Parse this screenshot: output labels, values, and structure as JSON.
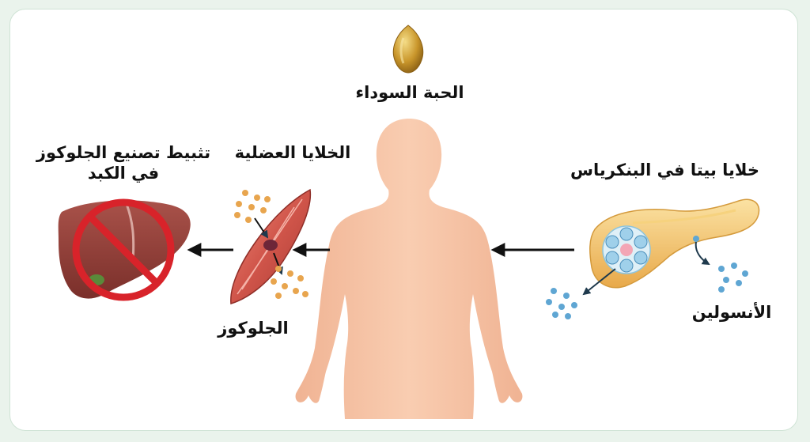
{
  "labels": {
    "seed": "الحبة السوداء",
    "liver_line1": "تثبيط تصنيع الجلوكوز",
    "liver_line2": "في الكبد",
    "muscle": "الخلايا العضلية",
    "glucose": "الجلوكوز",
    "pancreas": "خلايا بيتا في البنكرياس",
    "insulin": "الأنسولين"
  },
  "colors": {
    "background": "#eaf3ec",
    "panel": "#ffffff",
    "skin": "#f6c2a4",
    "liver": "#8e3b35",
    "prohibit": "#d8232a",
    "muscle": "#c94a3f",
    "glucose_dot": "#e8a54e",
    "pancreas": "#f3c46b",
    "insulin_dot": "#5fa6d3",
    "seed": "#c9962b",
    "arrow": "#111111"
  },
  "icons": [
    "nigella-seed-icon",
    "human-body-icon",
    "liver-icon",
    "prohibited-icon",
    "muscle-cell-icon",
    "pancreas-icon",
    "beta-cell-cluster-icon",
    "glucose-particles-icon",
    "insulin-particles-icon",
    "arrow-left-icon"
  ]
}
